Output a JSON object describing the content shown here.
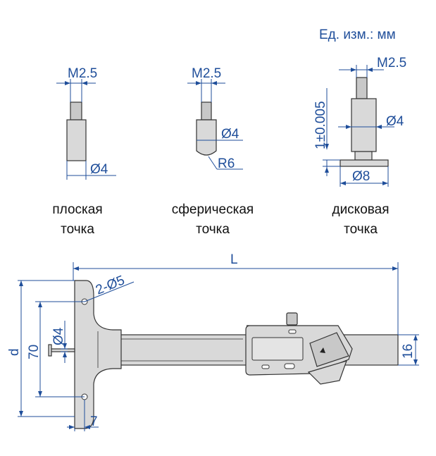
{
  "units_label": "Ед. изм.: мм",
  "tips": [
    {
      "name": "плоская",
      "line2": "точка",
      "thread": "M2.5",
      "diameter": "Ø4"
    },
    {
      "name": "сферическая",
      "line2": "точка",
      "thread": "M2.5",
      "diameter": "Ø4",
      "radius": "R6"
    },
    {
      "name": "дисковая",
      "line2": "точка",
      "thread": "M2.5",
      "diameter": "Ø4",
      "disc_diameter": "Ø8",
      "thickness": "1±0.005"
    }
  ],
  "gauge": {
    "length": "L",
    "depth": "d",
    "hole_spacing": "70",
    "holes": "2-Ø5",
    "probe_diameter": "Ø4",
    "edge_offset": "7",
    "bar_height": "16"
  },
  "colors": {
    "dimension": "#1f4e9a",
    "part": "#d9d9d9"
  }
}
